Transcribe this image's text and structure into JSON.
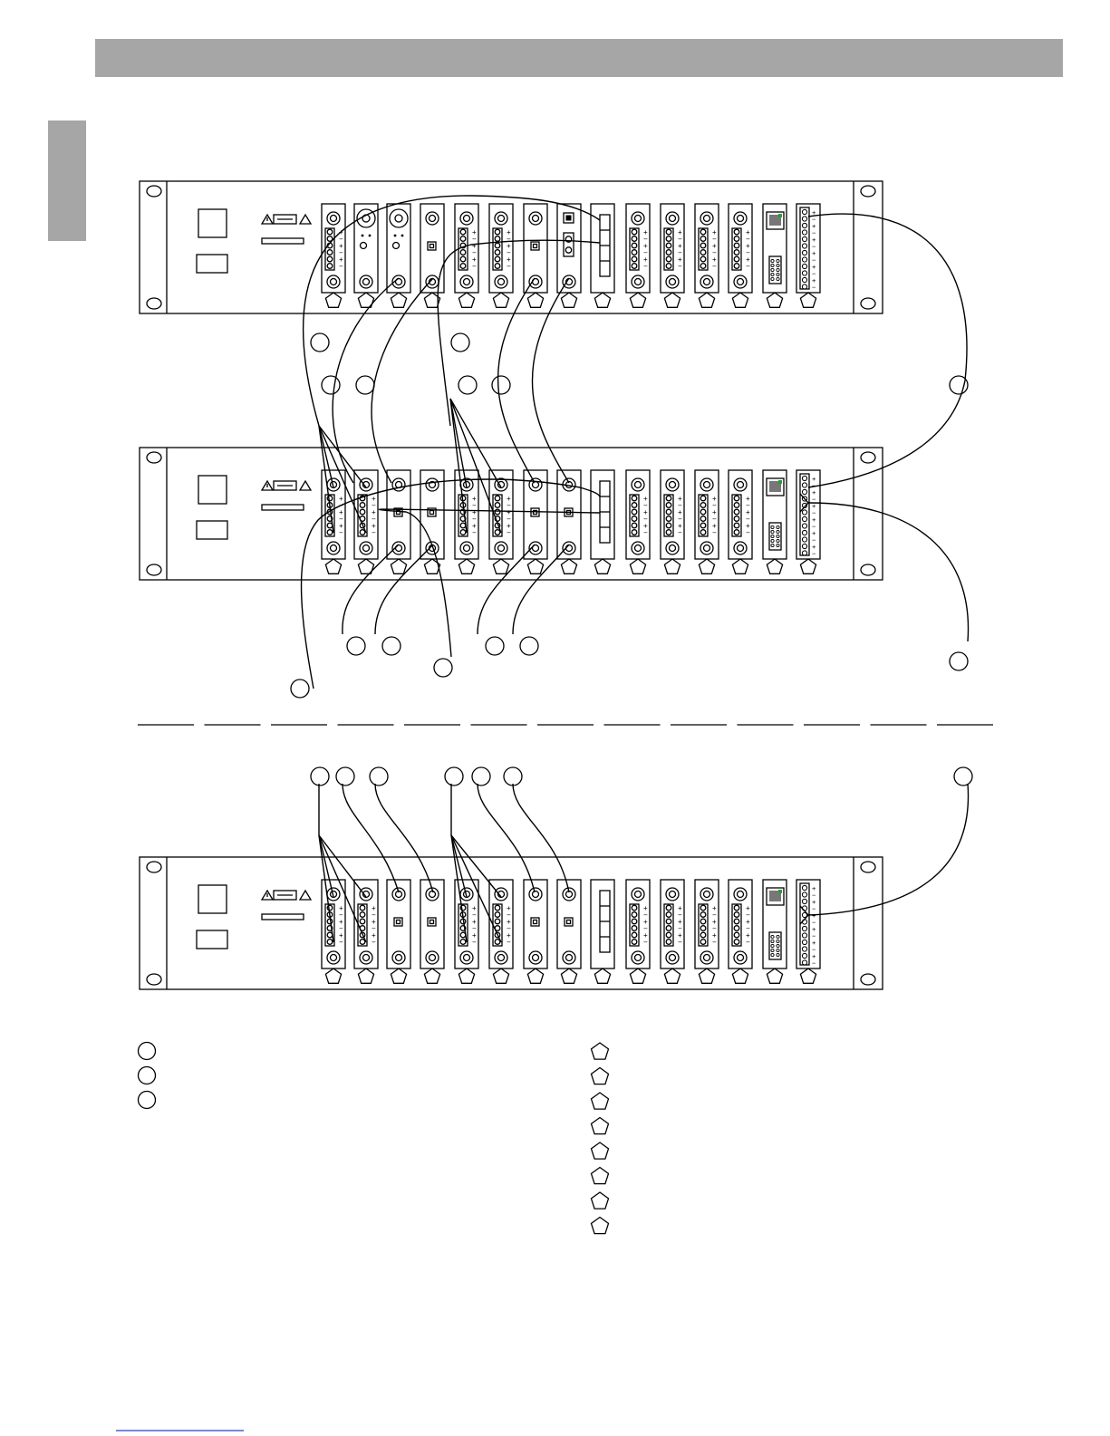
{
  "colors": {
    "header_band": "#a6a6a6",
    "side_tab": "#a6a6a6",
    "line": "#000000",
    "jack_green": "#2e9a3a",
    "footer_rule": "#2b3fd0"
  },
  "header": {
    "title": ""
  },
  "racks": [
    {
      "id": "top"
    },
    {
      "id": "middle"
    },
    {
      "id": "bottom"
    }
  ],
  "module_types": [
    "speaker-4pin",
    "speaker-4pin",
    "line-io",
    "line-io",
    "speaker-4pin",
    "speaker-4pin",
    "line-io",
    "line-io",
    "fader-block",
    "speaker-4pin",
    "speaker-4pin",
    "speaker-4pin",
    "speaker-4pin",
    "network-rj45-dsub",
    "terminal-strip"
  ],
  "top_rack_module_types": [
    "speaker-4pin",
    "coax-bnc",
    "coax-bnc",
    "line-io",
    "speaker-4pin",
    "speaker-4pin",
    "line-io",
    "optical-rca",
    "fader-block",
    "speaker-4pin",
    "speaker-4pin",
    "speaker-4pin",
    "speaker-4pin",
    "network-rj45-dsub",
    "terminal-strip"
  ],
  "icons": {
    "circle_marker": "circle-marker-icon",
    "pentagon_marker": "pentagon-marker-icon",
    "warning_triangle": "warning-triangle-icon",
    "fuse_holder": "fuse-holder-icon"
  },
  "legend": {
    "circle_items": [
      "",
      "",
      ""
    ],
    "pentagon_items": [
      "",
      "",
      "",
      "",
      "",
      "",
      "",
      ""
    ]
  },
  "blank_label_count": 13
}
